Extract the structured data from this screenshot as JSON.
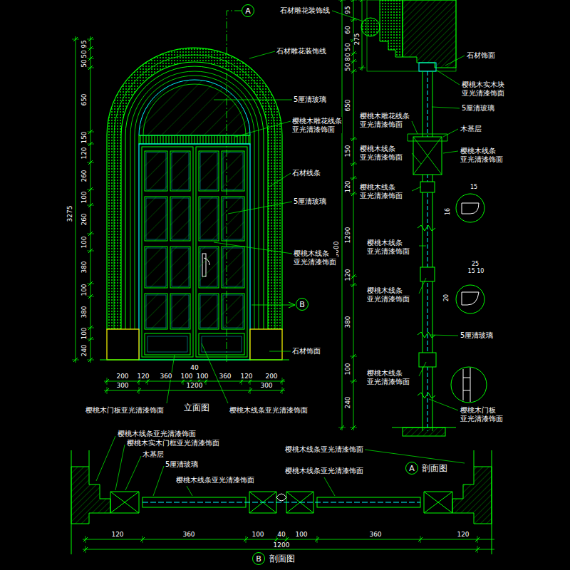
{
  "diagram": {
    "nodes": [
      {
        "text": [
          "A"
        ]
      },
      {
        "text": [
          "B"
        ]
      },
      {
        "text": [
          "A"
        ]
      },
      {
        "text": [
          "B"
        ]
      }
    ],
    "labels": [
      "95",
      "50",
      "50",
      "650",
      "150",
      "120",
      "260",
      "100",
      "260",
      "100",
      "380",
      "100",
      "380",
      "100",
      "240",
      "3275",
      "200",
      "120",
      "360",
      "100",
      "100",
      "360",
      "120",
      "200",
      "40",
      "300",
      "1200",
      "300",
      "95",
      "60",
      "50",
      "80",
      "50",
      "275",
      "650",
      "150",
      "120",
      "1290",
      "3000",
      "120",
      "380",
      "100",
      "240",
      "15",
      "16",
      "25",
      "15 10",
      "20",
      "120",
      "360",
      "100",
      "40",
      "100",
      "360",
      "120",
      "1200",
      "石材雕花装饰线",
      "石材雕花装饰线",
      "5厘清玻璃",
      "樱桃木雕花线条 亚光清漆饰面",
      "石材线条",
      "5厘清玻璃",
      "樱桃木线条 亚光清漆饰面",
      "石材饰面",
      "樱桃木门板亚光清漆饰面",
      "立面图",
      "樱桃木线条亚光清漆饰面",
      "石材饰面",
      "樱桃木实木块 亚光清漆饰面",
      "5厘清玻璃",
      "木基层",
      "樱桃木线条 亚光清漆饰面",
      "樱桃木雕花线条 亚光清漆饰面",
      "樱桃木线条 亚光清漆饰面",
      "樱桃木线条 亚光清漆饰面",
      "樱桃木线条 亚光清漆饰面",
      "樱桃木线条 亚光清漆饰面",
      "5厘清玻璃",
      "樱桃木线条 亚光清漆饰面",
      "樱桃木门板 亚光清漆饰面",
      "剖面图",
      "樱桃木线条亚光清漆饰面",
      "樱桃木实木门框亚光清漆饰面",
      "木基层",
      "5厘清玻璃",
      "樱桃木线条亚光清漆饰面",
      "樱桃木线条亚光清漆饰面",
      "樱桃木线条亚光清漆饰面",
      "剖面图"
    ]
  }
}
